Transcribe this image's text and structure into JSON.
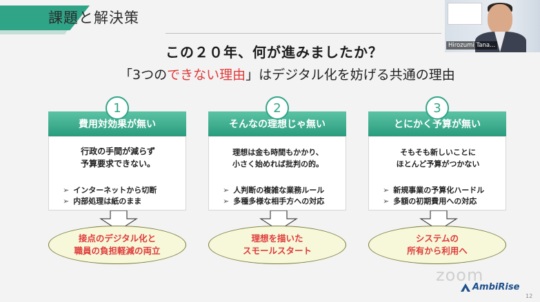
{
  "slide": {
    "header_title": "課題と解決策",
    "question": "この２０年、何が進みましたか？",
    "subtitle_pre": "「3つの",
    "subtitle_red": "できない理由",
    "subtitle_post": "」はデジタル化を妨げる共通の理由",
    "page_number": "12"
  },
  "columns": [
    {
      "number": "1",
      "heading": "費用対効果が無い",
      "body_lines": [
        "行政の手間が減らず",
        "予算要求できない。"
      ],
      "bullets": [
        "インターネットから切断",
        "内部処理は紙のまま"
      ],
      "solution_lines": [
        "接点のデジタル化と",
        "職員の負担軽減の両立"
      ]
    },
    {
      "number": "2",
      "heading": "そんなの理想じゃ無い",
      "body_lines": [
        "理想は金も時間もかかり、",
        "小さく始めれば批判の的。"
      ],
      "bullets": [
        "人判断の複雑な業務ルール",
        "多種多様な相手方への対応"
      ],
      "solution_lines": [
        "理想を描いた",
        "スモールスタート"
      ]
    },
    {
      "number": "3",
      "heading": "とにかく予算が無い",
      "body_lines": [
        "そもそも新しいことに",
        "ほとんど予算がつかない"
      ],
      "bullets": [
        "新規事業の予算化ハードル",
        "多額の初期費用への対応"
      ],
      "solution_lines": [
        "システムの",
        "所有から利用へ"
      ]
    }
  ],
  "webcam": {
    "participant_name": "Hirozumi Tana..."
  },
  "footer": {
    "zoom_watermark": "zoom",
    "logo_text": "AmbiRise"
  },
  "colors": {
    "accent_green": "#2fa487",
    "emphasis_red": "#e03a3a",
    "solution_fill": "#f6f8d9"
  }
}
